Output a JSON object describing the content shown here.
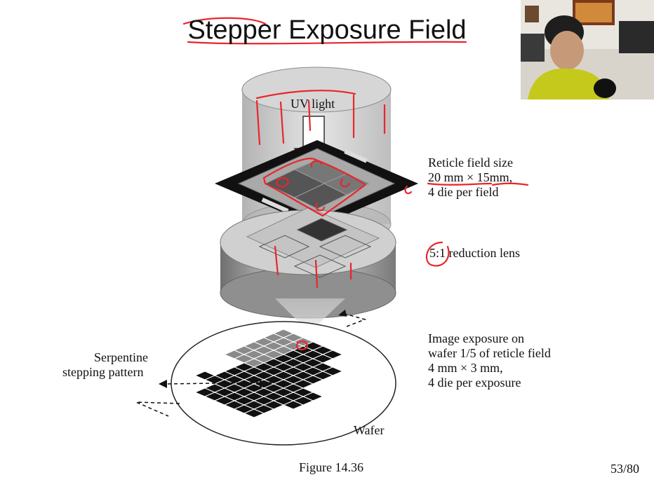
{
  "slide": {
    "title": "Stepper Exposure Field",
    "uv_light": "UV light",
    "reticle": [
      "Reticle field size",
      "20 mm × 15mm,",
      "4 die per field"
    ],
    "lens": [
      "5:1",
      " reduction lens"
    ],
    "exposure": [
      "Image exposure on",
      "wafer 1/5 of reticle field",
      "4 mm × 3 mm,",
      "4 die per exposure"
    ],
    "serpentine": [
      "Serpentine",
      "stepping pattern"
    ],
    "wafer": "Wafer",
    "figure": "Figure 14.36",
    "page": "53/80"
  },
  "colors": {
    "annotation": "#e8262b",
    "shirt": "#c5c91c"
  }
}
